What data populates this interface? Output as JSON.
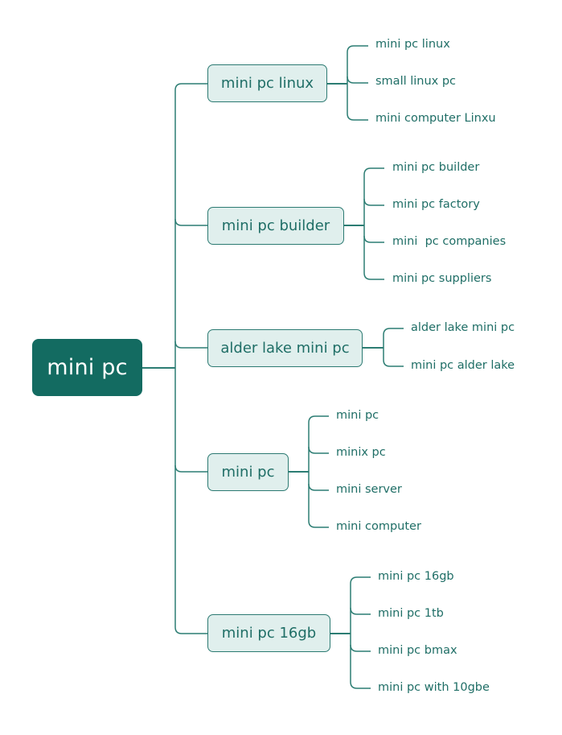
{
  "colors": {
    "root_fill": "#136b61",
    "root_text": "#ffffff",
    "node_fill": "#e0efed",
    "node_border": "#2c7a72",
    "line": "#2c7d73",
    "text": "#1f6e66"
  },
  "root": {
    "label": "mini pc"
  },
  "branches": [
    {
      "label": "mini pc linux",
      "children": [
        "mini pc linux",
        "small linux pc",
        "mini computer Linxu"
      ]
    },
    {
      "label": "mini pc builder",
      "children": [
        "mini pc builder",
        "mini pc factory",
        "mini  pc companies",
        "mini pc suppliers"
      ]
    },
    {
      "label": "alder lake mini pc",
      "children": [
        "alder lake mini pc",
        "mini pc alder lake"
      ]
    },
    {
      "label": "mini pc",
      "children": [
        "mini pc",
        "minix pc",
        "mini server",
        "mini computer"
      ]
    },
    {
      "label": "mini pc 16gb",
      "children": [
        "mini pc 16gb",
        "mini pc 1tb",
        "mini pc bmax",
        "mini pc with 10gbe"
      ]
    }
  ]
}
